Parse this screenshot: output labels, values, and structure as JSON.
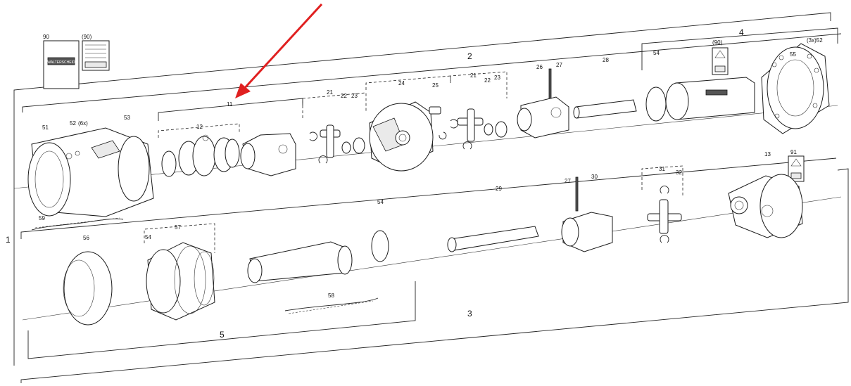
{
  "callouts": {
    "c90": "90",
    "c90b": "(90)",
    "c2": "2",
    "c4": "4",
    "c55": "55",
    "c3x52": "(3x)52",
    "c90c": "(90)",
    "c54a": "54",
    "c28": "28",
    "c26": "26",
    "c27a": "27",
    "c21a": "21",
    "c22a": "22",
    "c23a": "23",
    "c25": "25",
    "c24": "24",
    "c21b": "21",
    "c22b": "22",
    "c23b": "23",
    "c11": "11",
    "c12": "12",
    "c51": "51",
    "c52a": "52",
    "c6x": "(6x)",
    "c53": "53",
    "c59": "59",
    "c1": "1",
    "c13": "13",
    "c91": "91",
    "c31": "31",
    "c32": "32",
    "c27b": "27",
    "c30": "30",
    "c29": "29",
    "c54b": "54",
    "c57": "57",
    "c56": "56",
    "c54c": "54",
    "c58": "58",
    "c3": "3",
    "c5": "5"
  },
  "booklet_label": "WALTERSCHEID",
  "colors": {
    "arrow": "#e02020",
    "line": "#222222"
  }
}
